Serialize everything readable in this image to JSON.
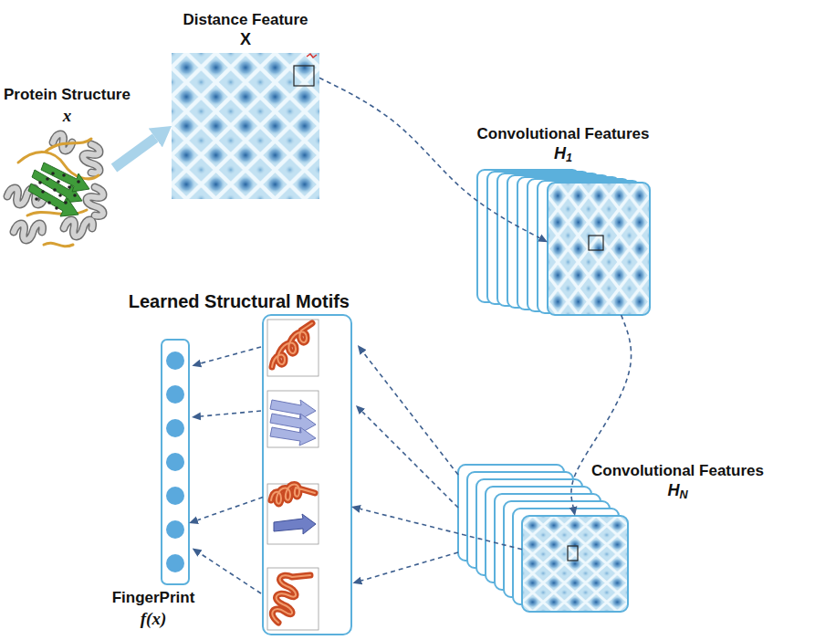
{
  "diagram": {
    "nodes": [
      {
        "text": [
          "Protein Structure",
          "x"
        ]
      },
      {
        "text": [
          "Distance Feature",
          "X"
        ]
      },
      {
        "text": [
          "Convolutional Features",
          "H1"
        ]
      },
      {
        "text": [
          "Convolutional Features",
          "HN"
        ]
      },
      {
        "text": [
          "Learned Structural Motifs"
        ]
      },
      {
        "text": [
          "FingerPrint",
          "f(x)"
        ]
      }
    ],
    "edges": [
      {
        "from": 0,
        "to": 1,
        "arrow": "to"
      },
      {
        "from": 1,
        "to": 2,
        "arrow": "to"
      },
      {
        "from": 2,
        "to": 3,
        "arrow": "to"
      },
      {
        "from": 3,
        "to": 4,
        "arrow": "to"
      },
      {
        "from": 4,
        "to": 5,
        "arrow": "to"
      }
    ]
  }
}
